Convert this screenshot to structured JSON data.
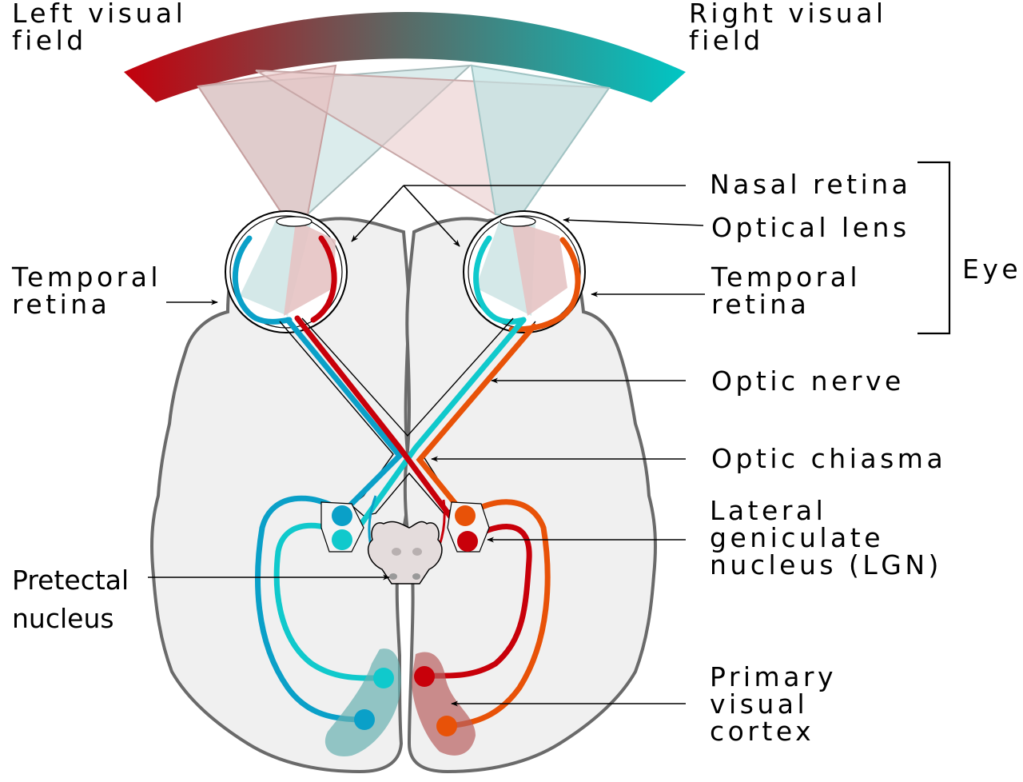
{
  "labels": {
    "left_visual_field": [
      "Left visual",
      "field"
    ],
    "right_visual_field": [
      "Right visual",
      "field"
    ],
    "nasal_retina": "Nasal retina",
    "optical_lens": "Optical lens",
    "temporal_retina_right": [
      "Temporal",
      "retina"
    ],
    "temporal_retina_left": [
      "Temporal",
      "retina"
    ],
    "eye": "Eye",
    "optic_nerve": "Optic nerve",
    "optic_chiasma": "Optic chiasma",
    "lgn": [
      "Lateral",
      "geniculate",
      "nucleus (LGN)"
    ],
    "pretectal_nucleus": [
      "Pretectal",
      "nucleus"
    ],
    "primary_visual_cortex": [
      "Primary",
      "visual",
      "cortex"
    ]
  },
  "colors": {
    "left_field_red": "#c4000c",
    "right_field_teal": "#00c6c4",
    "pathway_blue": "#0aa0c8",
    "pathway_cyan": "#10c9cc",
    "pathway_red": "#c8000a",
    "pathway_orange": "#e85208",
    "brain_fill": "#f0f0f0",
    "brain_outline": "#6a6a6a"
  }
}
